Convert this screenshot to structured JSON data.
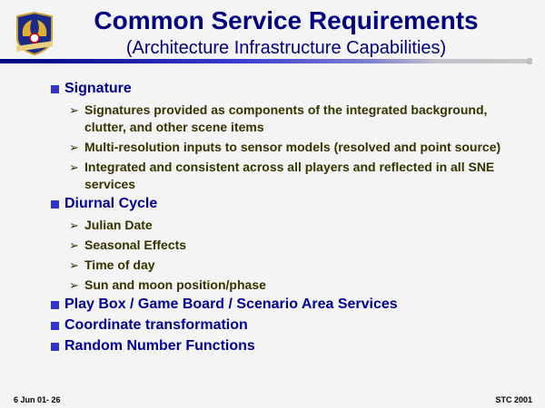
{
  "header": {
    "title": "Common Service Requirements",
    "subtitle": "(Architecture Infrastructure Capabilities)"
  },
  "colors": {
    "title": "#000080",
    "bullet": "#3333cc",
    "subtext": "#333300"
  },
  "bullets": [
    {
      "label": "Signature",
      "items": [
        "Signatures provided as components of the integrated background, clutter, and other scene items",
        "Multi-resolution inputs to sensor models (resolved and point source)",
        "Integrated and consistent across all players and reflected in all SNE services"
      ]
    },
    {
      "label": "Diurnal Cycle",
      "items": [
        "Julian Date",
        "Seasonal Effects",
        "Time of day",
        "Sun and moon position/phase"
      ]
    },
    {
      "label": "Play Box / Game Board / Scenario Area Services",
      "items": []
    },
    {
      "label": "Coordinate transformation",
      "items": []
    },
    {
      "label": "Random Number Functions",
      "items": []
    }
  ],
  "sub_marker": "➢",
  "footer": {
    "left": "6 Jun 01- 26",
    "right": "STC 2001"
  }
}
